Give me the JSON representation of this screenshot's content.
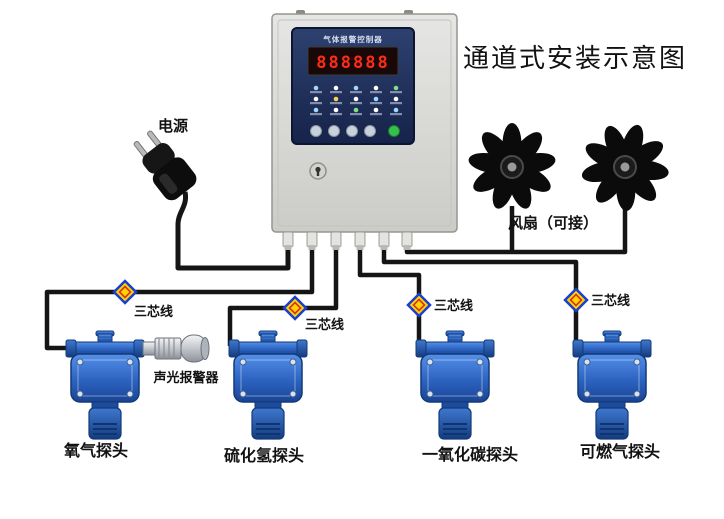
{
  "title": "通道式安装示意图",
  "controller": {
    "brand": "气体报警控制器",
    "display_value": "888888"
  },
  "power": {
    "label": "电源"
  },
  "fans": {
    "label": "风扇（可接）"
  },
  "wiring": {
    "three_core": "三芯线"
  },
  "alarm": {
    "label": "声光报警器"
  },
  "detectors": [
    {
      "id": "oxygen",
      "label": "氧气探头"
    },
    {
      "id": "h2s",
      "label": "硫化氢探头"
    },
    {
      "id": "co",
      "label": "一氧化碳探头"
    },
    {
      "id": "combustible",
      "label": "可燃气探头"
    }
  ],
  "colors": {
    "detector_blue": "#2f6fd0",
    "panel_navy": "#1f2f56",
    "wire_black": "#151515",
    "diamond_yellow": "#ffd400",
    "diamond_blue": "#1a3fd1",
    "led_red": "#ff2b1a",
    "cabinet_gray": "#d9d9d6"
  }
}
